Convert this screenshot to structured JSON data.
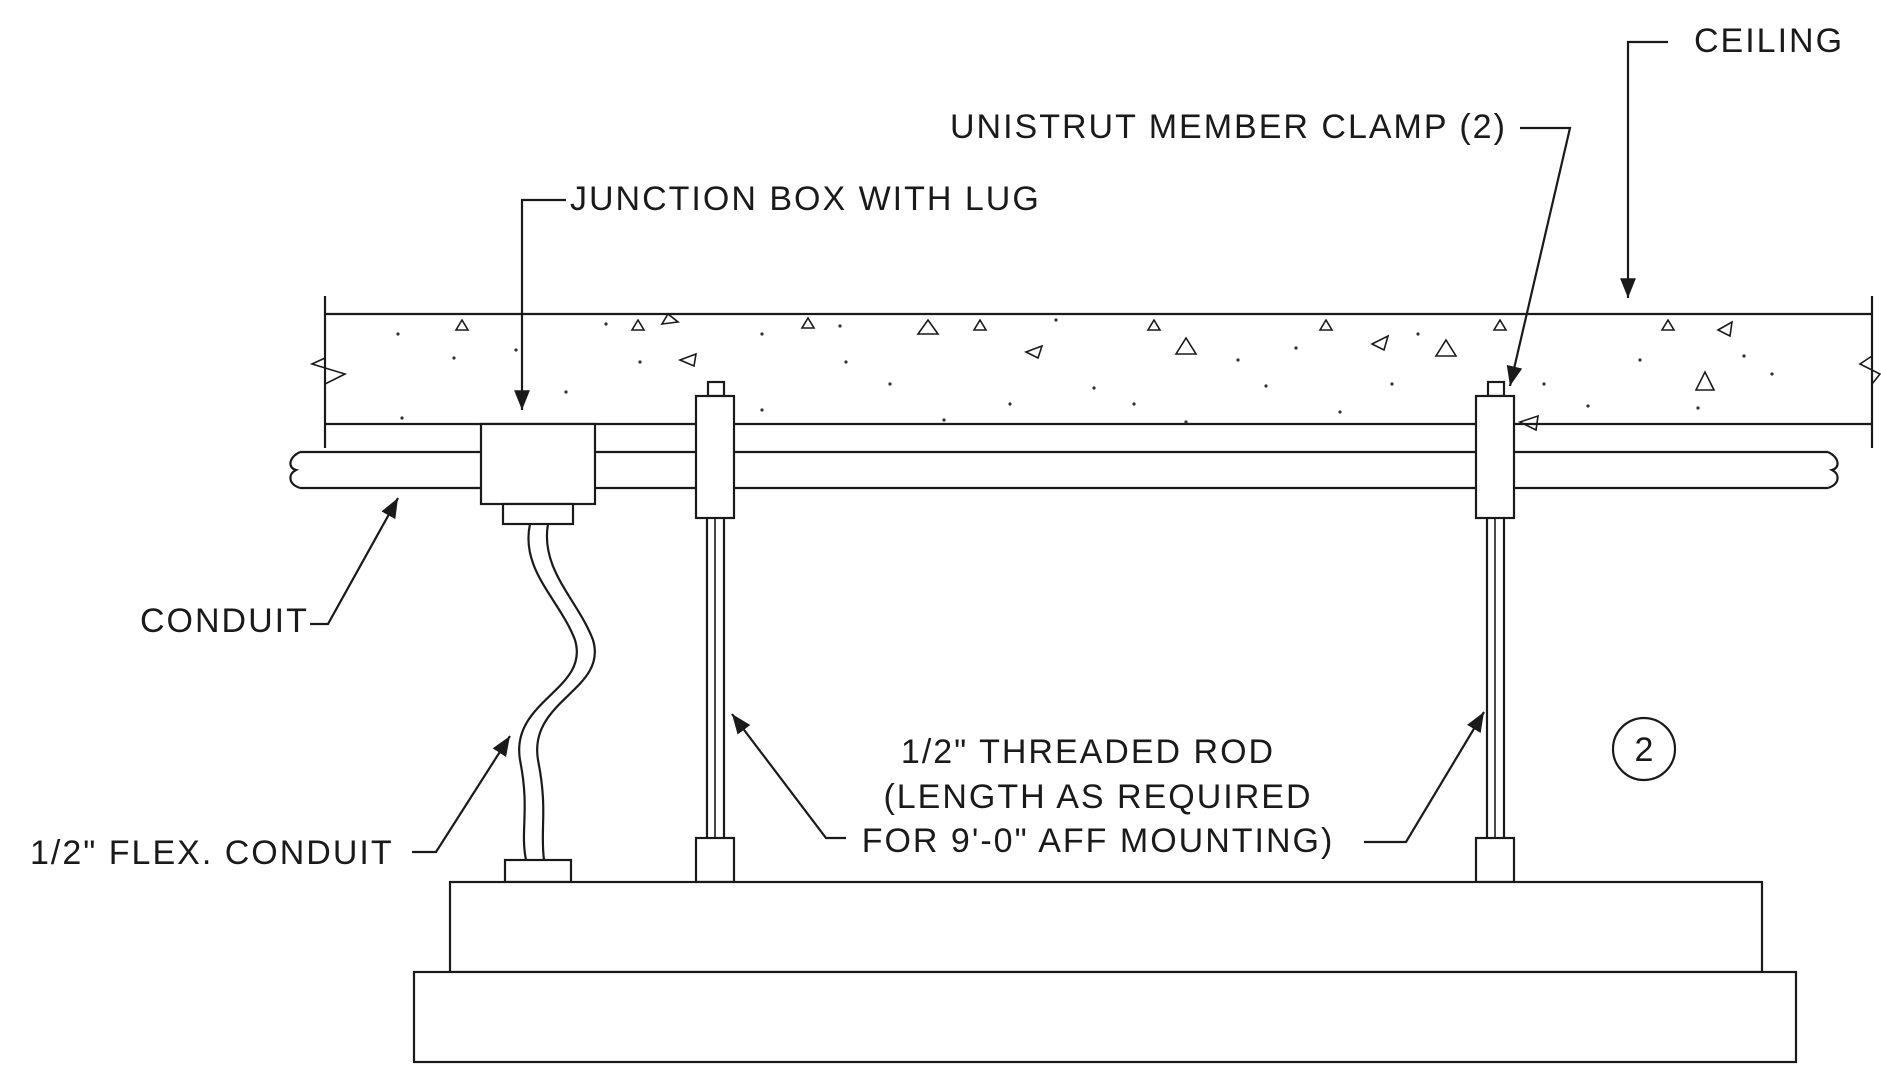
{
  "labels": {
    "ceiling": "CEILING",
    "unistrut_clamp": "UNISTRUT MEMBER CLAMP (2)",
    "junction_box": "JUNCTION BOX WITH LUG",
    "conduit": "CONDUIT",
    "flex_conduit": "1/2\" FLEX. CONDUIT",
    "threaded_rod_line1": "1/2\" THREADED ROD",
    "threaded_rod_line2": "(LENGTH AS REQUIRED",
    "threaded_rod_line3": "FOR 9'-0\" AFF MOUNTING)",
    "detail_number": "2"
  }
}
